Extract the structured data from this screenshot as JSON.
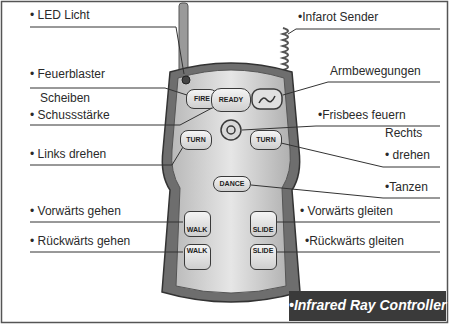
{
  "diagram": {
    "caption": "•Infrared Ray Controller",
    "nodes": [
      {
        "text": [
          "FIRE"
        ]
      },
      {
        "text": [
          "READY"
        ]
      },
      {
        "text": [
          "TURN"
        ]
      },
      {
        "text": [
          "TURN"
        ]
      },
      {
        "text": [
          "DANCE"
        ]
      },
      {
        "text": [
          "WALK"
        ]
      },
      {
        "text": [
          "SLIDE"
        ]
      },
      {
        "text": [
          "WALK"
        ]
      },
      {
        "text": [
          "SLIDE"
        ]
      }
    ],
    "labels": [
      "• LED Licht",
      "•Infarot Sender",
      "• Feuerblaster",
      "Armbewegungen",
      "Scheiben",
      "• Schussstärke",
      "•Frisbees feuern",
      "• Links drehen",
      "Rechts",
      "• drehen",
      "•Tanzen",
      "• Vorwärts gehen",
      "• Vorwärts gleiten",
      "• Rückwärts gehen",
      "•Rückwärts gleiten"
    ]
  }
}
